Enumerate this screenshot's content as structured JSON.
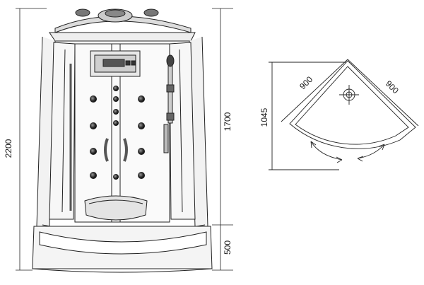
{
  "dimensions": {
    "total_height": "2200",
    "cabin_height": "1700",
    "tray_height": "500",
    "depth": "1045",
    "side_a": "900",
    "side_b": "900"
  }
}
